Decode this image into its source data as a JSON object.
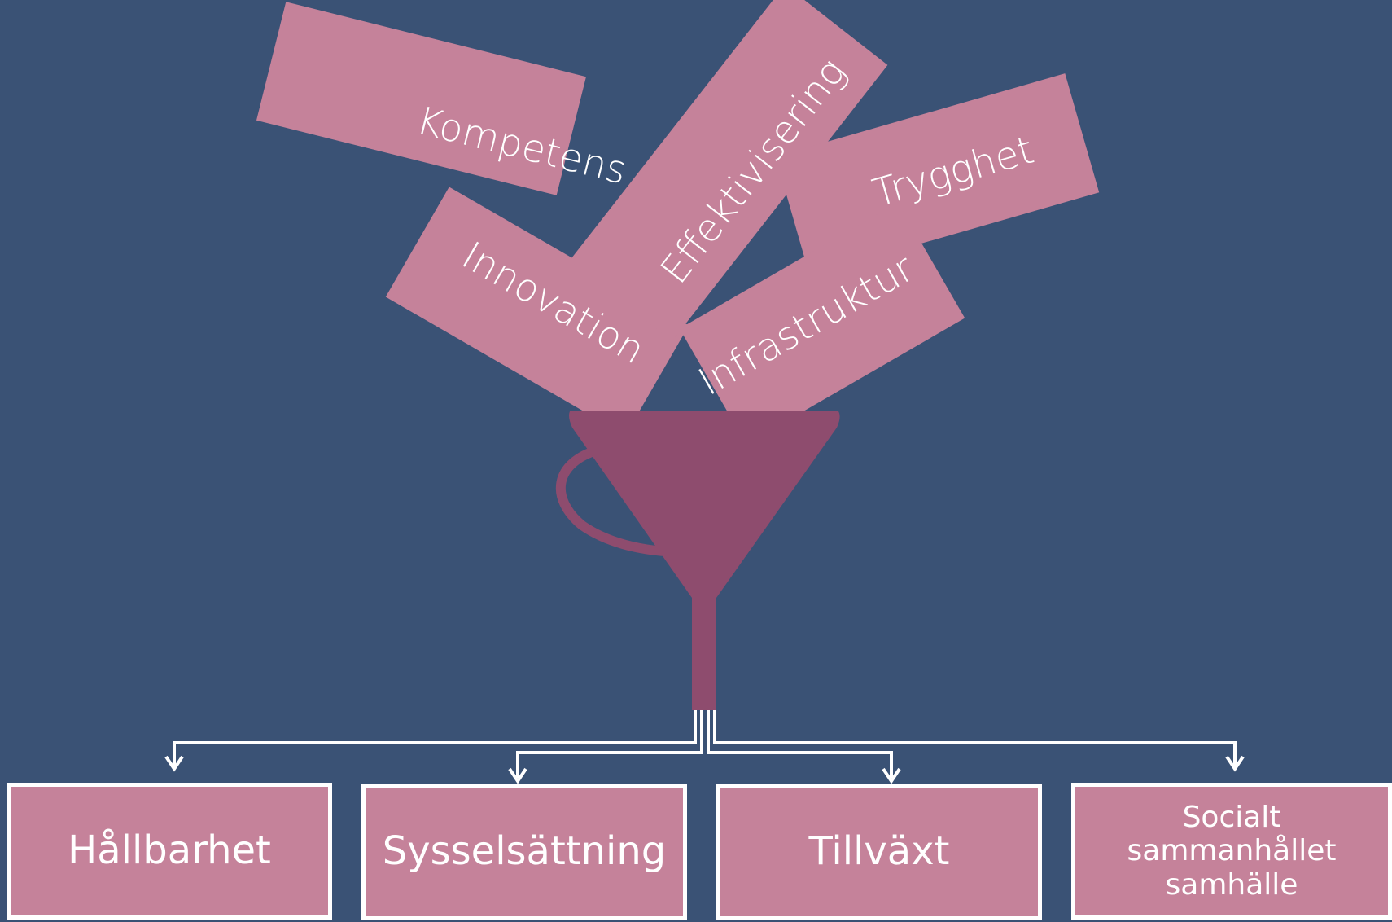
{
  "inputs": [
    {
      "id": "kompetens",
      "label": "Kompetens"
    },
    {
      "id": "effektivisering",
      "label": "Effektivisering"
    },
    {
      "id": "trygghet",
      "label": "Trygghet"
    },
    {
      "id": "innovation",
      "label": "Innovation"
    },
    {
      "id": "infrastruktur",
      "label": "Infrastruktur"
    }
  ],
  "outputs": [
    {
      "id": "hallbarhet",
      "label": "Hållbarhet"
    },
    {
      "id": "sysselsattning",
      "label": "Sysselsättning"
    },
    {
      "id": "tillvaxt",
      "label": "Tillväxt"
    },
    {
      "id": "socialt",
      "label": "Socialt sammanhållet samhälle"
    }
  ],
  "colors": {
    "background": "#3a5275",
    "box": "#c5829a",
    "funnel": "#8e4c6e",
    "lines": "#ffffff",
    "text": "#ffffff"
  },
  "icons": {
    "funnel": "funnel-icon"
  }
}
